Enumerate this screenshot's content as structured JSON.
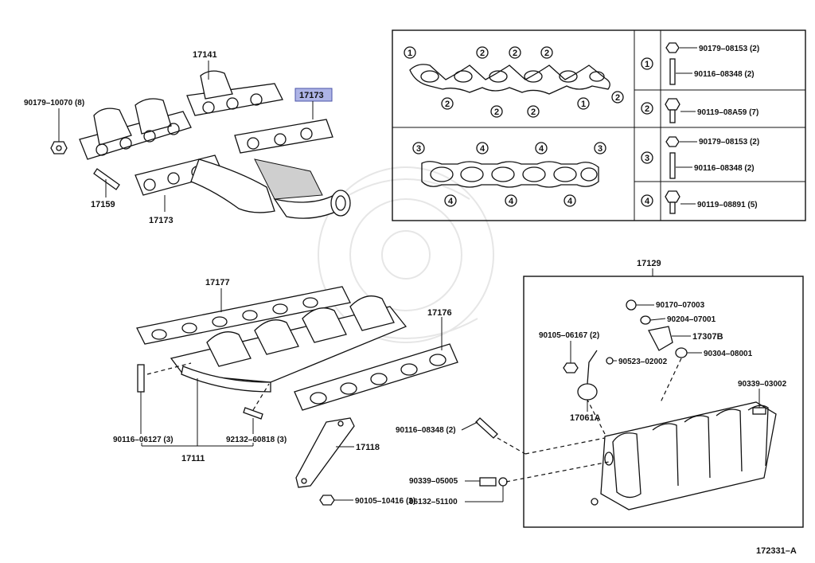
{
  "diagram_code": "172331–A",
  "exhaust": {
    "p17141": "17141",
    "p90179_10070": "90179–10070 (8)",
    "p17173_top": "17173",
    "p17159": "17159",
    "p17173_bottom": "17173"
  },
  "gasket_table": {
    "exhaust_markers": [
      "1",
      "2",
      "2",
      "2",
      "2",
      "2",
      "2",
      "1",
      "2"
    ],
    "intake_markers": [
      "3",
      "4",
      "4",
      "3",
      "4",
      "4",
      "4"
    ],
    "legend": [
      {
        "marker": "1",
        "parts": [
          "90179–08153 (2)",
          "90116–08348 (2)"
        ]
      },
      {
        "marker": "2",
        "parts": [
          "90119–08A59 (7)"
        ]
      },
      {
        "marker": "3",
        "parts": [
          "90179–08153 (2)",
          "90116–08348 (2)"
        ]
      },
      {
        "marker": "4",
        "parts": [
          "90119–08891 (5)"
        ]
      }
    ]
  },
  "intake": {
    "p17177": "17177",
    "p17176": "17176",
    "p90116_06127": "90116–06127 (3)",
    "p92132_60818": "92132–60818 (3)",
    "p17111": "17111",
    "p17118": "17118",
    "p90105_10416": "90105–10416 (2)"
  },
  "plenum": {
    "p17129": "17129",
    "p90170_07003": "90170–07003",
    "p90204_07001": "90204–07001",
    "p90105_06167": "90105–06167 (2)",
    "p17307B": "17307B",
    "p90304_08001": "90304–08001",
    "p90523_02002": "90523–02002",
    "p17061A": "17061A",
    "p90339_03002": "90339–03002",
    "p90116_08348": "90116–08348 (2)",
    "p90339_05005": "90339–05005",
    "p96132_51100": "96132–51100"
  }
}
